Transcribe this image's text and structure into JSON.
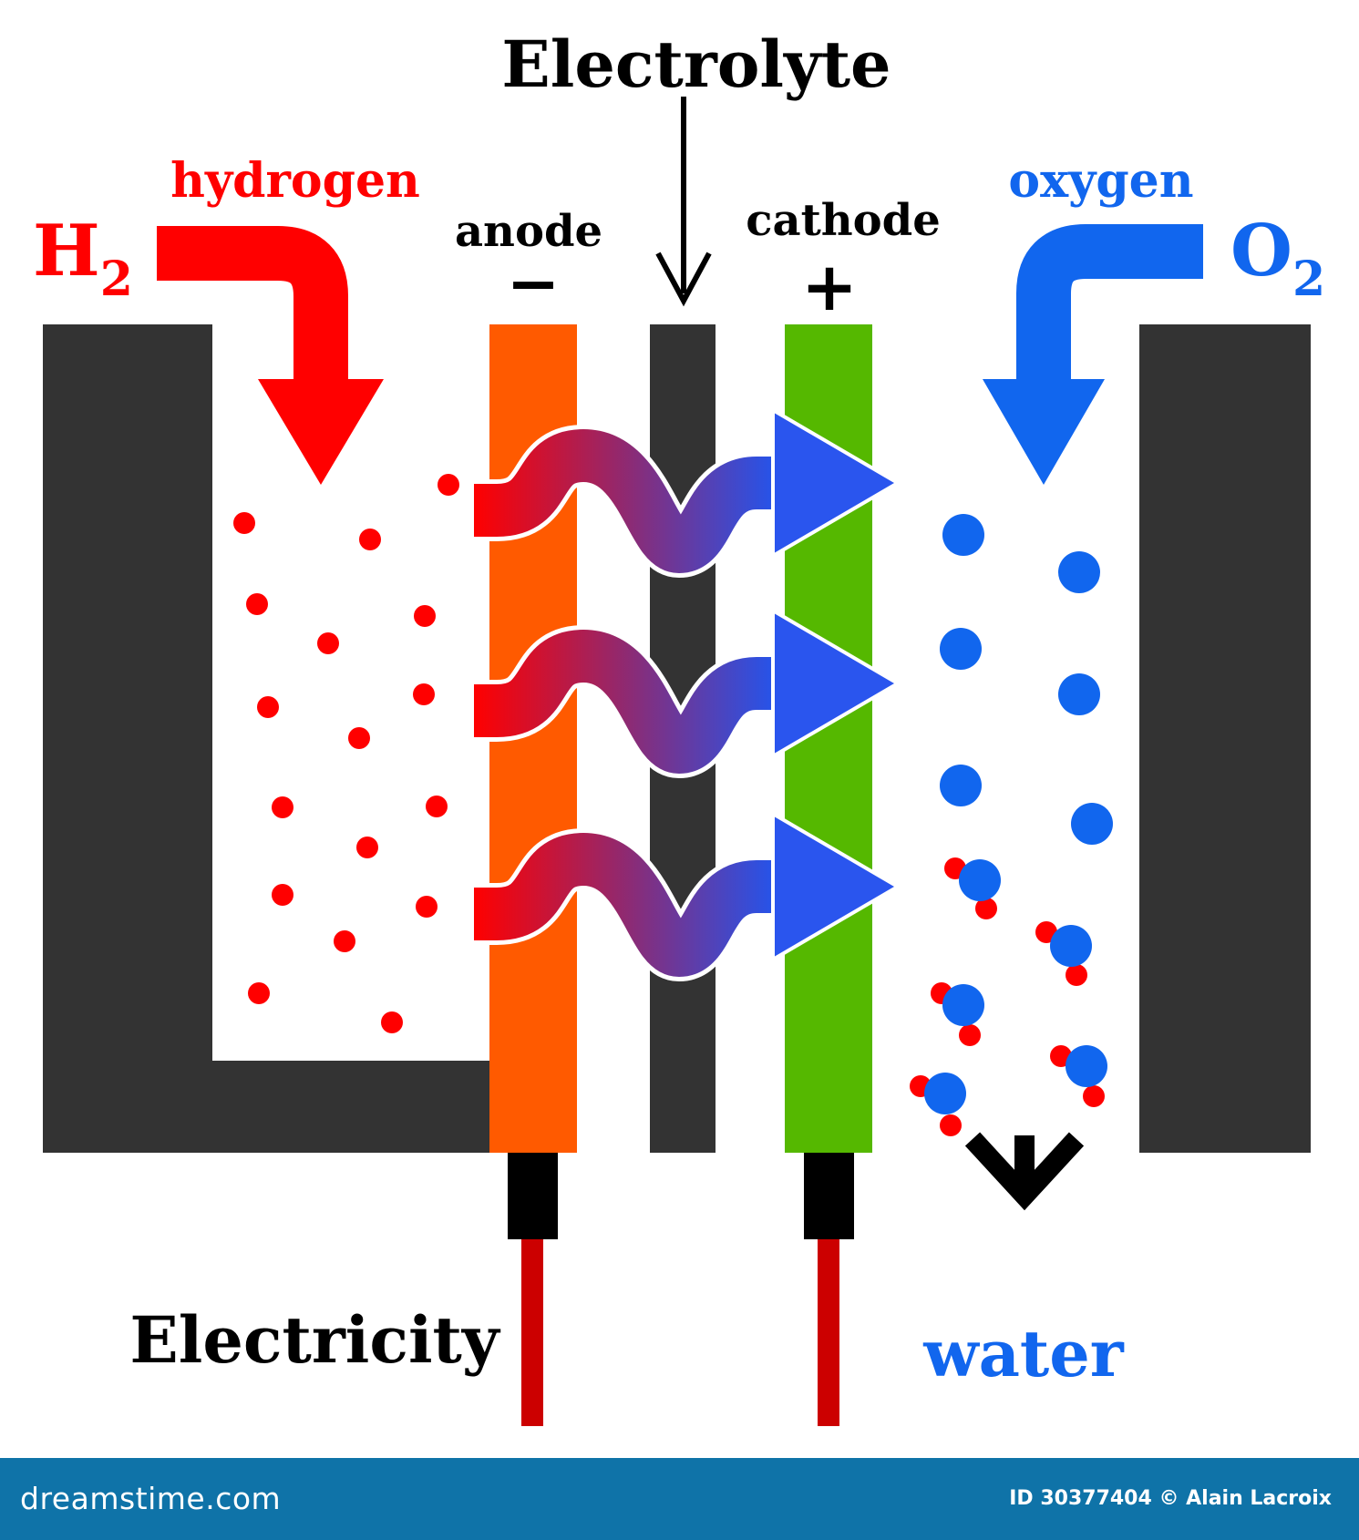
{
  "labels": {
    "electrolyte": "Electrolyte",
    "hydrogen": "hydrogen",
    "oxygen": "oxygen",
    "h2_main": "H",
    "h2_sub": "2",
    "o2_main": "O",
    "o2_sub": "2",
    "anode": "anode",
    "anode_sign": "−",
    "cathode": "cathode",
    "cathode_sign": "+",
    "electricity": "Electricity",
    "water": "water"
  },
  "footer": {
    "brand": "dreamstime.com",
    "credit": "ID 30377404 © Alain Lacroix"
  },
  "colors": {
    "hydrogen": "#ff0000",
    "oxygen": "#1166ee",
    "anode": "#ff5a00",
    "cathode": "#55b800",
    "electrolyte": "#333333",
    "housing": "#333333",
    "wire": "#cc0000",
    "footer": "#0f73a8"
  }
}
